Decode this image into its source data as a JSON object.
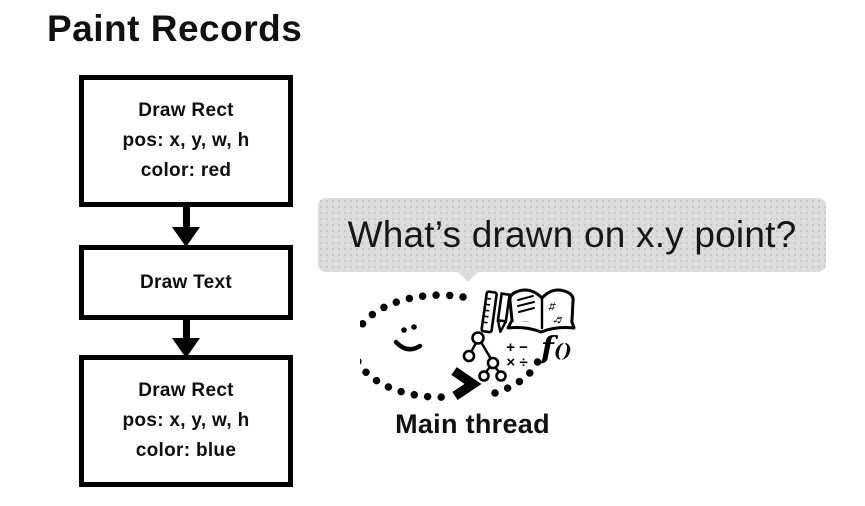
{
  "title": "Paint Records",
  "colors": {
    "bubble_bg": "#dcdcdc",
    "ink": "#000000"
  },
  "flowchart": {
    "boxes": [
      {
        "lines": [
          "Draw Rect",
          "pos: x, y, w, h",
          "color: red"
        ]
      },
      {
        "lines": [
          "Draw Text"
        ]
      },
      {
        "lines": [
          "Draw Rect",
          "pos: x, y, w, h",
          "color: blue"
        ]
      }
    ]
  },
  "bubble": {
    "text": "What’s drawn on x.y point?"
  },
  "doodle": {
    "label": "Main thread",
    "math_row1": "+ −",
    "math_row2": "× ÷",
    "function_f": "ƒ",
    "function_parens": "()",
    "book_scribbles": [
      "♯",
      "♬"
    ]
  }
}
